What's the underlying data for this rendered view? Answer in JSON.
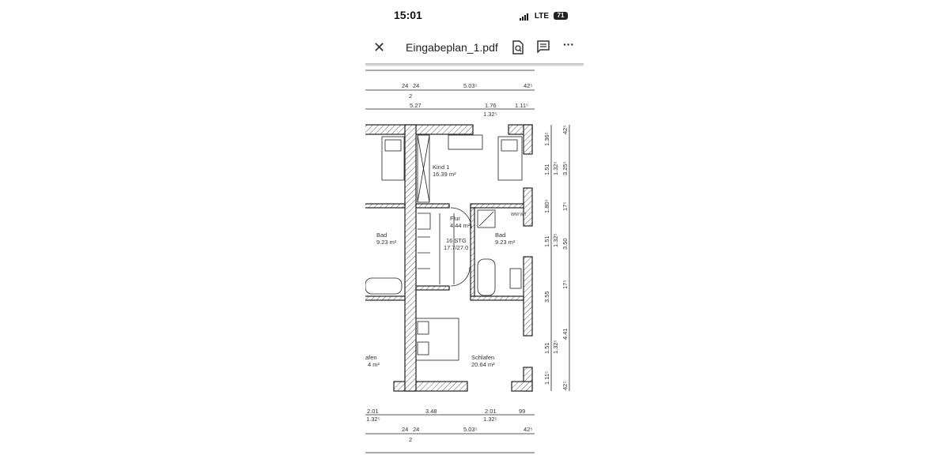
{
  "status_bar": {
    "time": "15:01",
    "network": "LTE",
    "battery": "71"
  },
  "toolbar": {
    "title": "Eingabeplan_1.pdf",
    "icons": [
      "close-icon",
      "search-document-icon",
      "comment-icon",
      "more-icon"
    ]
  },
  "plan": {
    "rooms": [
      {
        "name": "Kind 1",
        "area": "16.39 m²"
      },
      {
        "name": "Flur",
        "area": "4.44 m²"
      },
      {
        "name": "Bad",
        "area": "9.23 m²"
      },
      {
        "name": "Bad",
        "area": "9.23 m²"
      },
      {
        "name": "Schlafen",
        "area": "20.64 m²"
      },
      {
        "name": "afen",
        "area": "4 m²"
      }
    ],
    "stair": {
      "label": "16 STG",
      "value": "17.7/27.0"
    },
    "fixture_label": "WM WT",
    "dims_top1": [
      "24",
      "24",
      "2",
      "5.03⁵",
      "42⁵"
    ],
    "dims_top2": [
      "5.27",
      "1.76",
      "1.32⁵",
      "1.11⁵"
    ],
    "dims_bottom1": [
      "2.01",
      "1.32⁵",
      "3.48",
      "2.01",
      "1.32⁵",
      "99"
    ],
    "dims_bottom2": [
      "24",
      "24",
      "2",
      "5.03⁵",
      "42⁵"
    ],
    "dims_right1": [
      "1.36⁵",
      "1.51",
      "1.80⁵",
      "1.51",
      "3.55",
      "1.51",
      "1.11⁵"
    ],
    "dims_right1b": [
      "1.32⁵",
      "1.32⁵",
      "1.32⁵"
    ],
    "dims_right2": [
      "42⁵",
      "3.25⁵",
      "17⁵",
      "3.50",
      "17⁵",
      "4.41",
      "42⁵"
    ]
  }
}
